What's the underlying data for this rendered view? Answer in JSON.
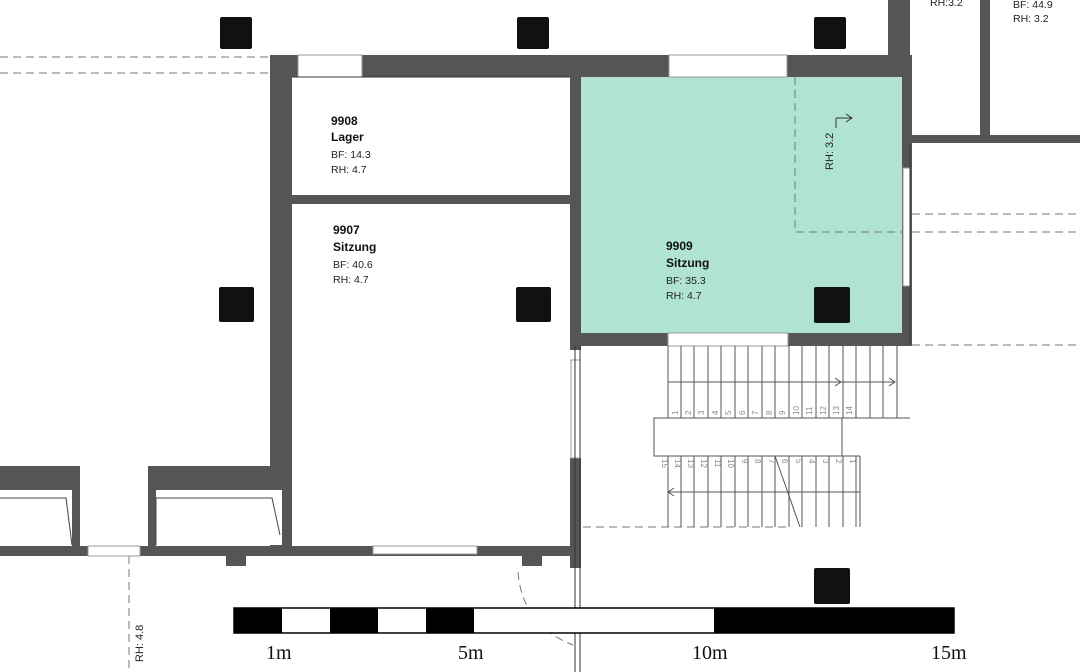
{
  "rooms": [
    {
      "id": "9908",
      "name": "Lager",
      "bf": "BF: 14.3",
      "rh": "RH:  4.7"
    },
    {
      "id": "9907",
      "name": "Sitzung",
      "bf": "BF: 40.6",
      "rh": "RH:  4.7"
    },
    {
      "id": "9909",
      "name": "Sitzung",
      "bf": "BF: 35.3",
      "rh": "RH:  4.7"
    }
  ],
  "top_right": {
    "rh_left": "RH:3.2",
    "bf": "BF: 44.9",
    "rh": "RH:  3.2"
  },
  "annotations": {
    "rh_rotated_room": "RH: 3.2",
    "rh_rotated_bottom": "RH: 4.8"
  },
  "stairs": {
    "upper_steps": [
      "1",
      "2",
      "3",
      "4",
      "5",
      "6",
      "7",
      "8",
      "9",
      "10",
      "11",
      "12",
      "13",
      "14"
    ],
    "lower_steps": [
      "15",
      "14",
      "13",
      "12",
      "11",
      "10",
      "9",
      "8",
      "7",
      "6",
      "5",
      "4",
      "3",
      "2",
      "1"
    ]
  },
  "scale_bar": {
    "labels": [
      "1m",
      "5m",
      "10m",
      "15m"
    ]
  },
  "colors": {
    "highlight": "#b0e3d3",
    "wall": "#555555",
    "column": "#111111"
  }
}
